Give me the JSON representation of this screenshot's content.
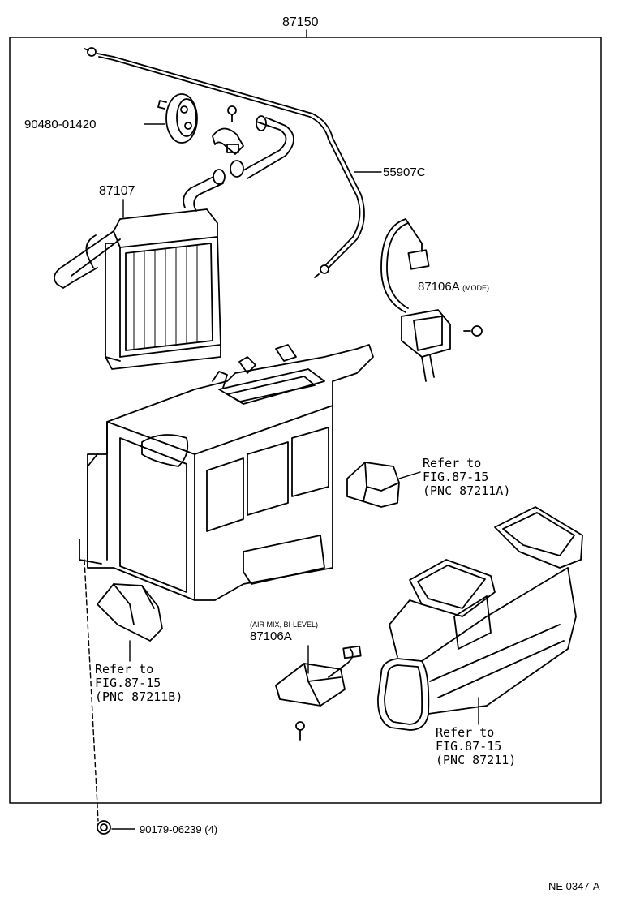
{
  "assembly_part": "87150",
  "parts": {
    "grommet": "90480-01420",
    "heater_core": "87107",
    "cable": "55907C",
    "servo_mode": "87106A",
    "servo_mode_note": "(MODE)",
    "servo_airmix_note": "(AIR MIX, BI-LEVEL)",
    "servo_airmix": "87106A",
    "nut": "90179-06239 (4)"
  },
  "references": {
    "ref_a": {
      "line1": "Refer to",
      "line2": "FIG.87-15",
      "line3": "(PNC 87211A)"
    },
    "ref_b": {
      "line1": "Refer to",
      "line2": "FIG.87-15",
      "line3": "(PNC 87211B)"
    },
    "ref_c": {
      "line1": "Refer to",
      "line2": "FIG.87-15",
      "line3": "(PNC 87211)"
    }
  },
  "figure_code": "NE 0347-A"
}
